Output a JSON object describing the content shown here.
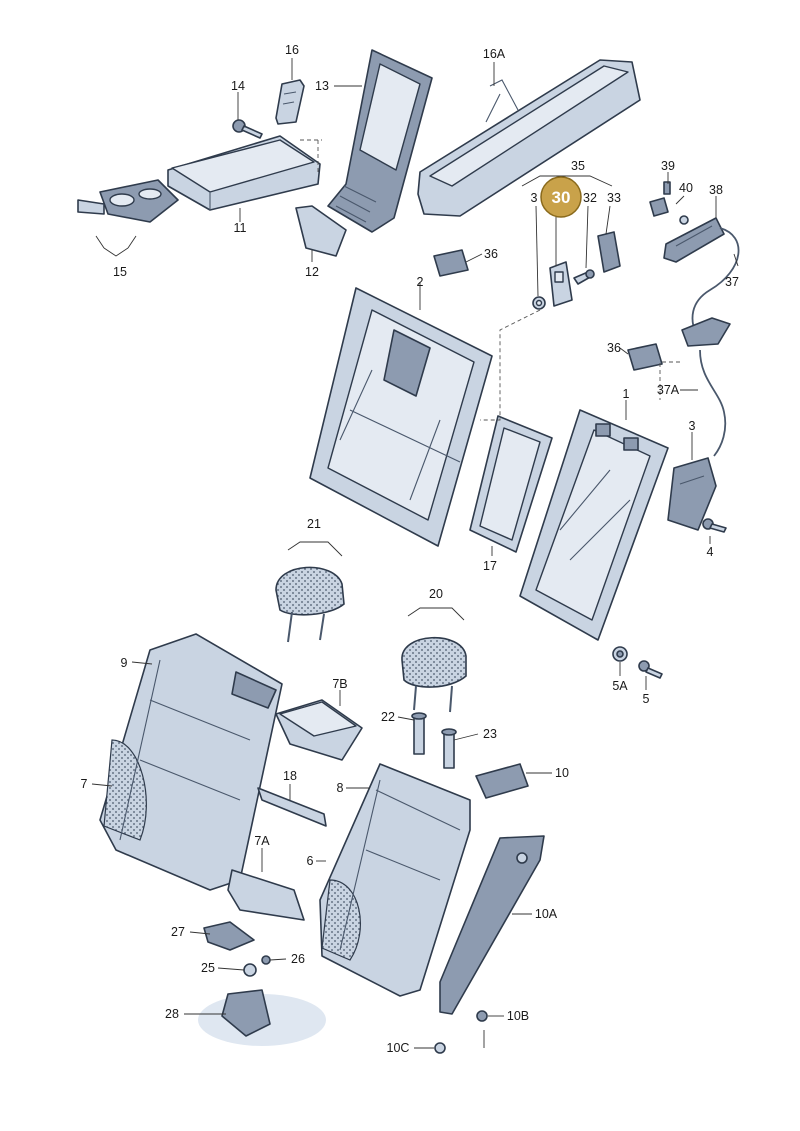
{
  "diagram": {
    "highlight": {
      "label": "30",
      "color": "#c9a24a"
    },
    "labels": {
      "l16": "16",
      "l14": "14",
      "l13": "13",
      "l16A": "16A",
      "l11": "11",
      "l15": "15",
      "l12": "12",
      "l35": "35",
      "l3a": "3",
      "l32": "32",
      "l33": "33",
      "l39": "39",
      "l40": "40",
      "l38": "38",
      "l37": "37",
      "l36a": "36",
      "l2": "2",
      "l36b": "36",
      "l37A": "37A",
      "l1": "1",
      "l3b": "3",
      "l4": "4",
      "l17": "17",
      "l21": "21",
      "l20": "20",
      "l5A": "5A",
      "l5": "5",
      "l9": "9",
      "l7B": "7B",
      "l22": "22",
      "l23": "23",
      "l7": "7",
      "l18": "18",
      "l8": "8",
      "l10": "10",
      "l7A": "7A",
      "l6": "6",
      "l10A": "10A",
      "l27": "27",
      "l25": "25",
      "l26": "26",
      "l28": "28",
      "l10B": "10B",
      "l10C": "10C"
    }
  }
}
